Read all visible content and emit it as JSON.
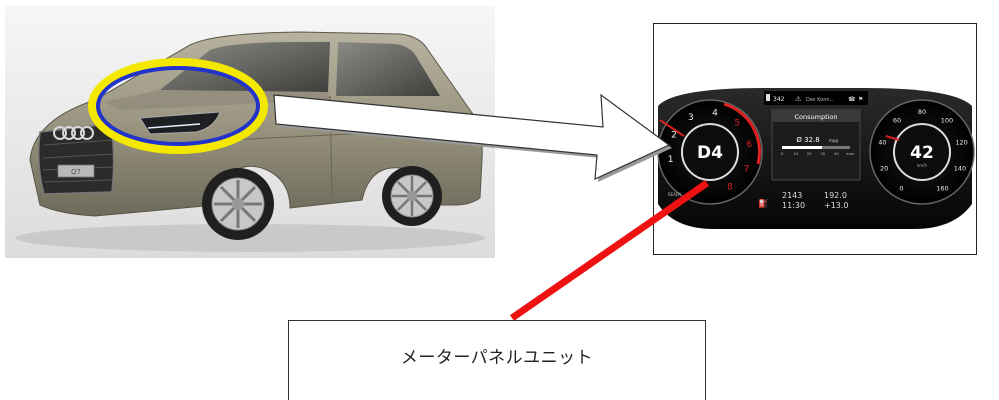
{
  "callout": {
    "label": "メーターパネルユニット"
  },
  "cluster": {
    "gear": "D4",
    "speed": "42",
    "speed_unit": "km/h",
    "info_title": "Consumption",
    "consumption_value": "Ø 32.8",
    "consumption_unit": "mpg",
    "status_range": "342",
    "status_dest": "Des Konn...",
    "odometer": "2143",
    "clock": "11:30",
    "trip": "192.0",
    "outside_temp": "+13.0",
    "ready_label": "READY",
    "tach_ticks": [
      "1",
      "2",
      "3",
      "4",
      "5",
      "6",
      "7",
      "8"
    ],
    "speed_ticks": [
      "0",
      "20",
      "40",
      "60",
      "80",
      "100",
      "120",
      "140",
      "160"
    ],
    "bar_scale": [
      "0",
      "10",
      "20",
      "30",
      "40",
      "max"
    ]
  },
  "car": {
    "plate": "Q7"
  },
  "colors": {
    "highlight_outer": "#f5e800",
    "highlight_inner": "#2233cc",
    "leader_line": "#ee1111",
    "car_body": "#9a9580",
    "cluster_accent": "#e02020"
  }
}
